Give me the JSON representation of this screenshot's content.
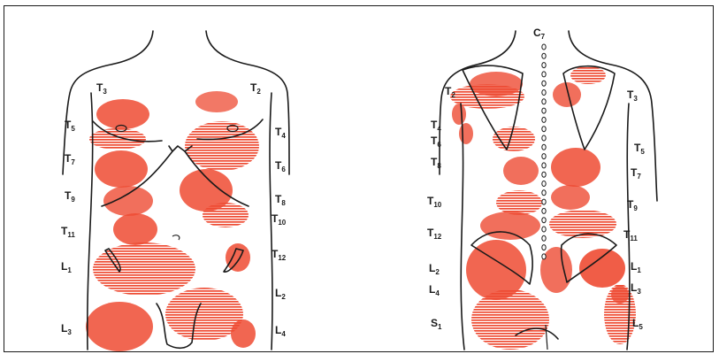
{
  "colors": {
    "blob": "#ee4b33",
    "blob_light": "#f27a62",
    "outline": "#1a1a1a",
    "background": "#ffffff"
  },
  "front_labels": [
    {
      "letter": "T",
      "sub": "3"
    },
    {
      "letter": "T",
      "sub": "2"
    },
    {
      "letter": "T",
      "sub": "5"
    },
    {
      "letter": "T",
      "sub": "4"
    },
    {
      "letter": "T",
      "sub": "7"
    },
    {
      "letter": "T",
      "sub": "6"
    },
    {
      "letter": "T",
      "sub": "9"
    },
    {
      "letter": "T",
      "sub": "8"
    },
    {
      "letter": "T",
      "sub": "10"
    },
    {
      "letter": "T",
      "sub": "11"
    },
    {
      "letter": "T",
      "sub": "12"
    },
    {
      "letter": "L",
      "sub": "1"
    },
    {
      "letter": "L",
      "sub": "2"
    },
    {
      "letter": "L",
      "sub": "3"
    },
    {
      "letter": "L",
      "sub": "4"
    }
  ],
  "back_labels": [
    {
      "letter": "C",
      "sub": "7"
    },
    {
      "letter": "T",
      "sub": "2"
    },
    {
      "letter": "T",
      "sub": "3"
    },
    {
      "letter": "T",
      "sub": "4"
    },
    {
      "letter": "T",
      "sub": "6"
    },
    {
      "letter": "T",
      "sub": "5"
    },
    {
      "letter": "T",
      "sub": "8"
    },
    {
      "letter": "T",
      "sub": "7"
    },
    {
      "letter": "T",
      "sub": "10"
    },
    {
      "letter": "T",
      "sub": "9"
    },
    {
      "letter": "T",
      "sub": "12"
    },
    {
      "letter": "T",
      "sub": "11"
    },
    {
      "letter": "L",
      "sub": "2"
    },
    {
      "letter": "L",
      "sub": "1"
    },
    {
      "letter": "L",
      "sub": "4"
    },
    {
      "letter": "L",
      "sub": "3"
    },
    {
      "letter": "S",
      "sub": "1"
    },
    {
      "letter": "L",
      "sub": "5"
    }
  ]
}
